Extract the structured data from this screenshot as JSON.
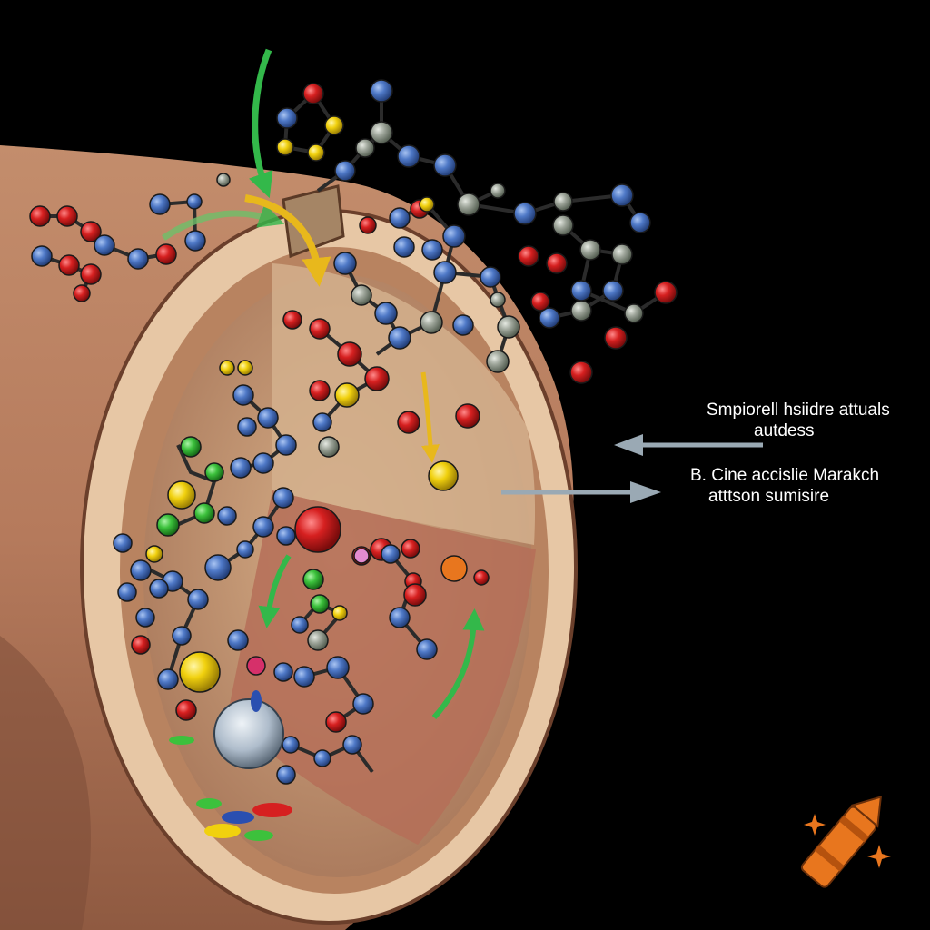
{
  "diagram": {
    "callouts": [
      {
        "line1": "Smpiorell hsiidre attuals",
        "line2": "autdess"
      },
      {
        "line1": "B.  Cine accislie Marakch",
        "line2": "atttson sumisire"
      }
    ]
  },
  "colors": {
    "background": "#000000",
    "tube_outer": "#b98062",
    "tube_rim": "#e7c7a5",
    "interior": "#c9a07c",
    "atom_blue": "#4f79c7",
    "atom_red": "#d62020",
    "atom_yellow": "#f1d10e",
    "atom_gray": "#9ea59a",
    "atom_green": "#3cc13c",
    "arrow_green": "#33b84a",
    "arrow_yellow": "#e8b81c",
    "callout_arrow": "#9aa9b4",
    "logo_orange": "#e8761e"
  },
  "icons": [
    "crayon-logo-icon",
    "sparkle-icon"
  ]
}
